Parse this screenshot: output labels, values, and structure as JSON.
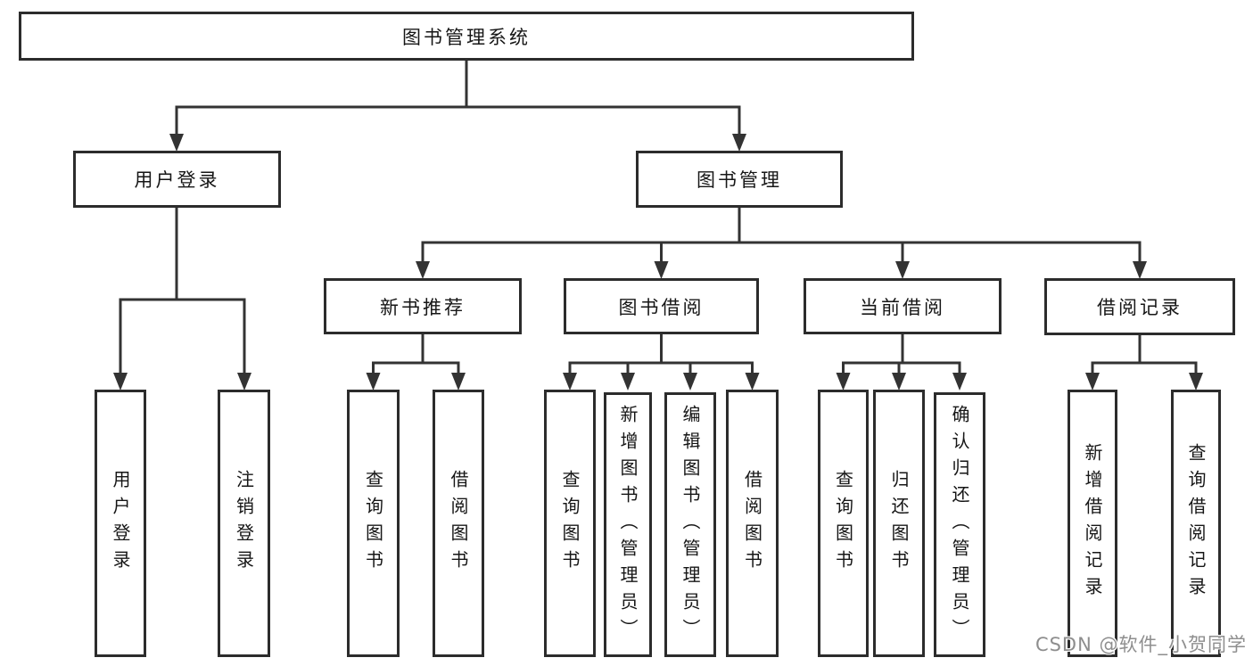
{
  "diagram": {
    "tree": {
      "root": {
        "label": "图书管理系统"
      },
      "children": [
        {
          "label": "用户登录",
          "children": [
            {
              "label": "用户登录"
            },
            {
              "label": "注销登录"
            }
          ]
        },
        {
          "label": "图书管理",
          "children": [
            {
              "label": "新书推荐",
              "children": [
                {
                  "label": "查询图书"
                },
                {
                  "label": "借阅图书"
                }
              ]
            },
            {
              "label": "图书借阅",
              "children": [
                {
                  "label": "查询图书"
                },
                {
                  "label": "新增图书（管理员）"
                },
                {
                  "label": "编辑图书（管理员）"
                },
                {
                  "label": "借阅图书"
                }
              ]
            },
            {
              "label": "当前借阅",
              "children": [
                {
                  "label": "查询图书"
                },
                {
                  "label": "归还图书"
                },
                {
                  "label": "确认归还（管理员）"
                }
              ]
            },
            {
              "label": "借阅记录",
              "children": [
                {
                  "label": "新增借阅记录"
                },
                {
                  "label": "查询借阅记录"
                }
              ]
            }
          ]
        }
      ]
    },
    "colors": {
      "line": "#333333",
      "box_border": "#2c2c2c",
      "text": "#161616",
      "background": "#ffffff",
      "watermark": "#8e8e8e"
    }
  },
  "watermark": {
    "text": "CSDN @软件_小贺同学"
  }
}
